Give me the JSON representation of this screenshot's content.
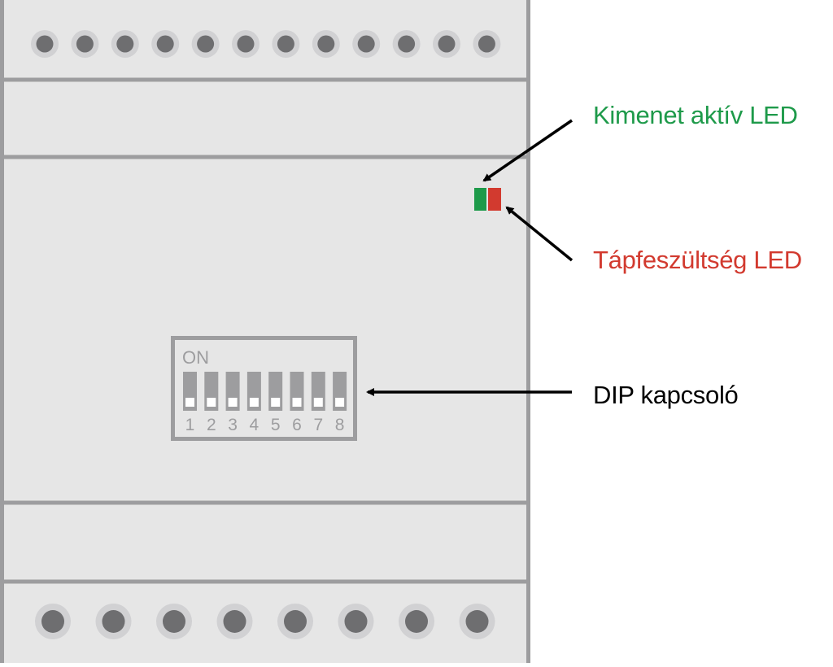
{
  "module": {
    "body_color": "#e6e6e6",
    "frame_color": "#9d9d9f",
    "top_terminal_count": 12,
    "bottom_terminal_count": 8
  },
  "leds": {
    "output": {
      "color": "#1e9a4a"
    },
    "power": {
      "color": "#d23a2f"
    }
  },
  "dip_switch": {
    "on_label": "ON",
    "switch_numbers": [
      "1",
      "2",
      "3",
      "4",
      "5",
      "6",
      "7",
      "8"
    ]
  },
  "callouts": {
    "output_led": {
      "text": "Kimenet aktív LED",
      "color": "#1e9a4a"
    },
    "power_led": {
      "text": "Tápfeszültség LED",
      "color": "#d23a2f"
    },
    "dip_switch": {
      "text": "DIP kapcsoló",
      "color": "#000000"
    }
  }
}
